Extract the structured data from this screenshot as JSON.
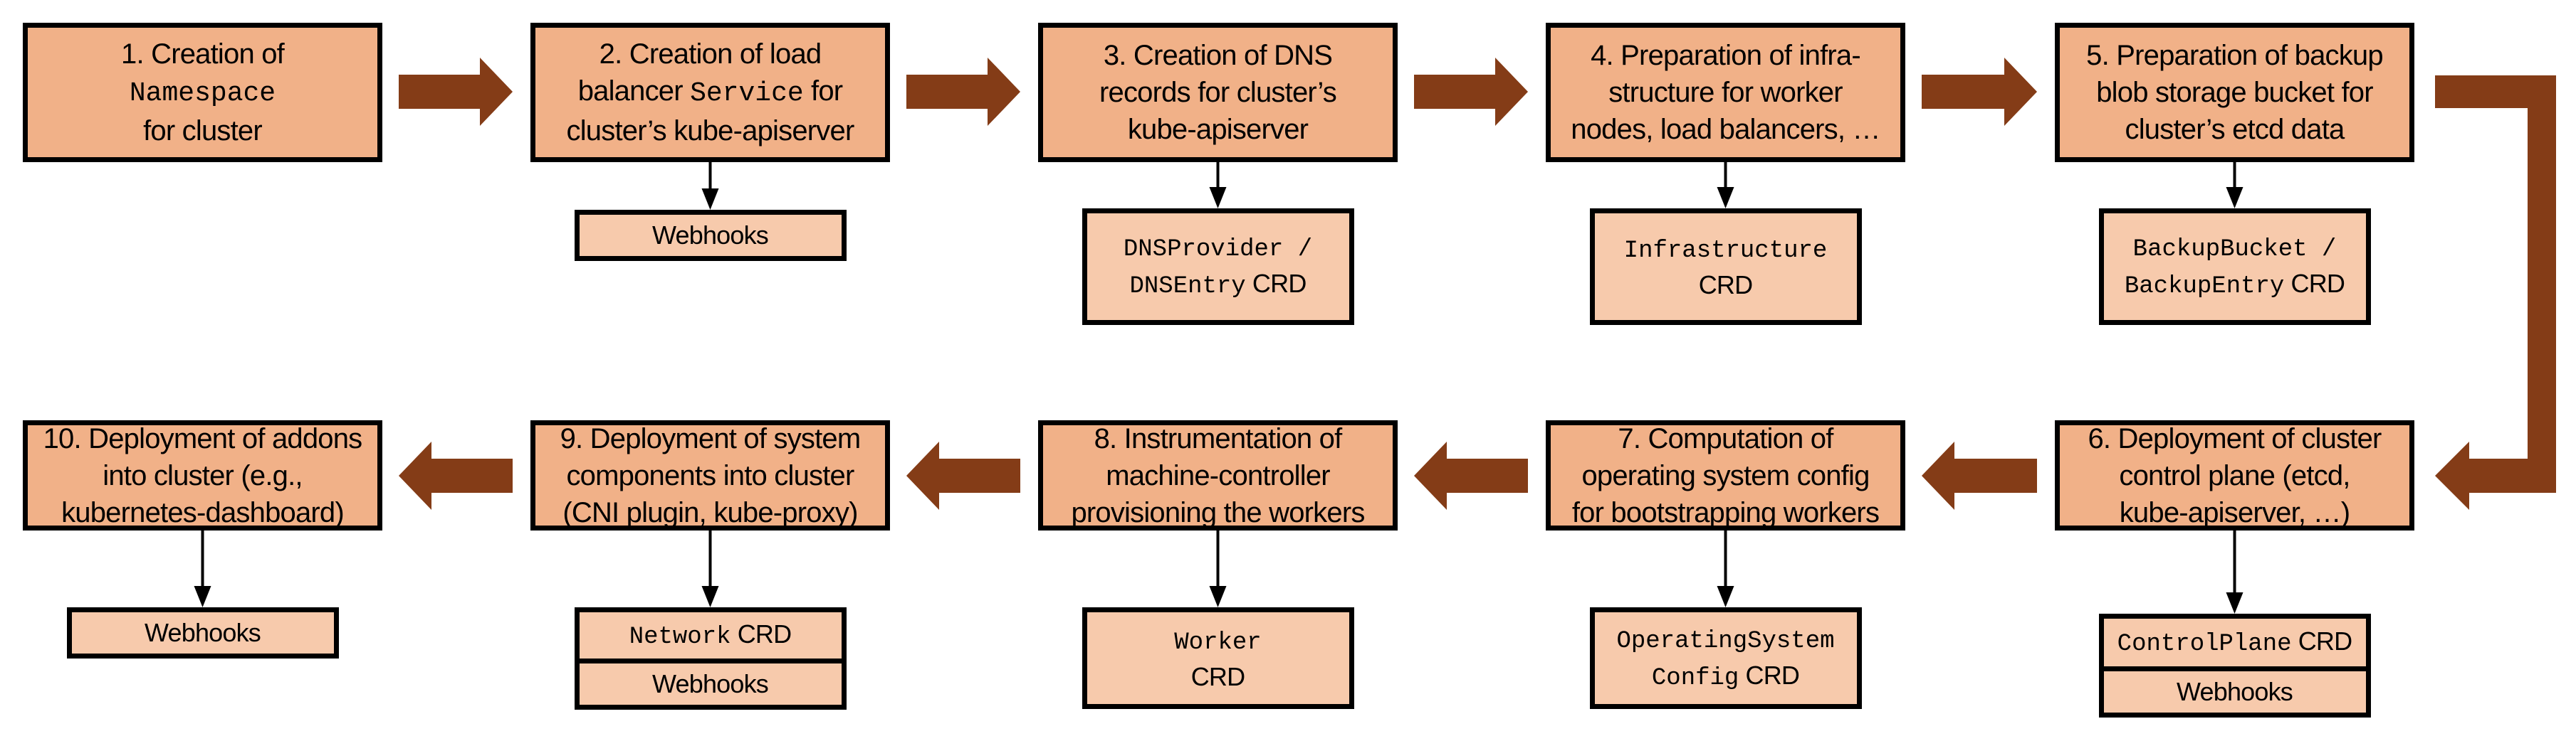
{
  "colors": {
    "step_fill": "#F1B188",
    "output_fill": "#F7CAAC",
    "flow_arrow": "#843C17",
    "border": "#000000"
  },
  "steps": [
    {
      "lines": [
        [
          {
            "text": "1. Creation of"
          }
        ],
        [
          {
            "text": "Namespace",
            "code": true
          }
        ],
        [
          {
            "text": "for cluster"
          }
        ]
      ],
      "outputs": []
    },
    {
      "lines": [
        [
          {
            "text": "2. Creation of load"
          }
        ],
        [
          {
            "text": "balancer "
          },
          {
            "text": "Service",
            "code": true
          },
          {
            "text": " for"
          }
        ],
        [
          {
            "text": "cluster’s kube-apiserver"
          }
        ]
      ],
      "outputs": [
        [
          [
            {
              "text": "Webhooks"
            }
          ]
        ]
      ]
    },
    {
      "lines": [
        [
          {
            "text": "3. Creation of DNS"
          }
        ],
        [
          {
            "text": "records for cluster’s"
          }
        ],
        [
          {
            "text": "kube-apiserver"
          }
        ]
      ],
      "outputs": [
        [
          [
            {
              "text": "DNSProvider /",
              "code": true
            }
          ],
          [
            {
              "text": "DNSEntry",
              "code": true
            },
            {
              "text": " CRD"
            }
          ]
        ]
      ]
    },
    {
      "lines": [
        [
          {
            "text": "4. Preparation of infra-"
          }
        ],
        [
          {
            "text": "structure for worker"
          }
        ],
        [
          {
            "text": "nodes, load balancers, …"
          }
        ]
      ],
      "outputs": [
        [
          [
            {
              "text": "Infrastructure",
              "code": true
            }
          ],
          [
            {
              "text": "CRD"
            }
          ]
        ]
      ]
    },
    {
      "lines": [
        [
          {
            "text": "5. Preparation of backup"
          }
        ],
        [
          {
            "text": "blob storage bucket for"
          }
        ],
        [
          {
            "text": "cluster’s etcd data"
          }
        ]
      ],
      "outputs": [
        [
          [
            {
              "text": "BackupBucket /",
              "code": true
            }
          ],
          [
            {
              "text": "BackupEntry",
              "code": true
            },
            {
              "text": " CRD"
            }
          ]
        ]
      ]
    },
    {
      "lines": [
        [
          {
            "text": "6. Deployment of cluster"
          }
        ],
        [
          {
            "text": "control plane (etcd,"
          }
        ],
        [
          {
            "text": "kube-apiserver, …)"
          }
        ]
      ],
      "outputs": [
        [
          [
            {
              "text": "ControlPlane",
              "code": true
            },
            {
              "text": " CRD"
            }
          ]
        ],
        [
          [
            {
              "text": "Webhooks"
            }
          ]
        ]
      ]
    },
    {
      "lines": [
        [
          {
            "text": "7. Computation of"
          }
        ],
        [
          {
            "text": "operating system config"
          }
        ],
        [
          {
            "text": "for bootstrapping workers"
          }
        ]
      ],
      "outputs": [
        [
          [
            {
              "text": "OperatingSystem",
              "code": true
            }
          ],
          [
            {
              "text": "Config",
              "code": true
            },
            {
              "text": " CRD"
            }
          ]
        ]
      ]
    },
    {
      "lines": [
        [
          {
            "text": "8. Instrumentation of"
          }
        ],
        [
          {
            "text": "machine-controller"
          }
        ],
        [
          {
            "text": "provisioning the workers"
          }
        ]
      ],
      "outputs": [
        [
          [
            {
              "text": "Worker",
              "code": true
            }
          ],
          [
            {
              "text": "CRD"
            }
          ]
        ]
      ]
    },
    {
      "lines": [
        [
          {
            "text": "9. Deployment of system"
          }
        ],
        [
          {
            "text": "components into cluster"
          }
        ],
        [
          {
            "text": "(CNI plugin, kube-proxy)"
          }
        ]
      ],
      "outputs": [
        [
          [
            {
              "text": "Network",
              "code": true
            },
            {
              "text": " CRD"
            }
          ]
        ],
        [
          [
            {
              "text": "Webhooks"
            }
          ]
        ]
      ]
    },
    {
      "lines": [
        [
          {
            "text": "10. Deployment of addons"
          }
        ],
        [
          {
            "text": "into cluster (e.g.,"
          }
        ],
        [
          {
            "text": "kubernetes-dashboard)"
          }
        ]
      ],
      "outputs": [
        [
          [
            {
              "text": "Webhooks"
            }
          ]
        ]
      ]
    }
  ]
}
